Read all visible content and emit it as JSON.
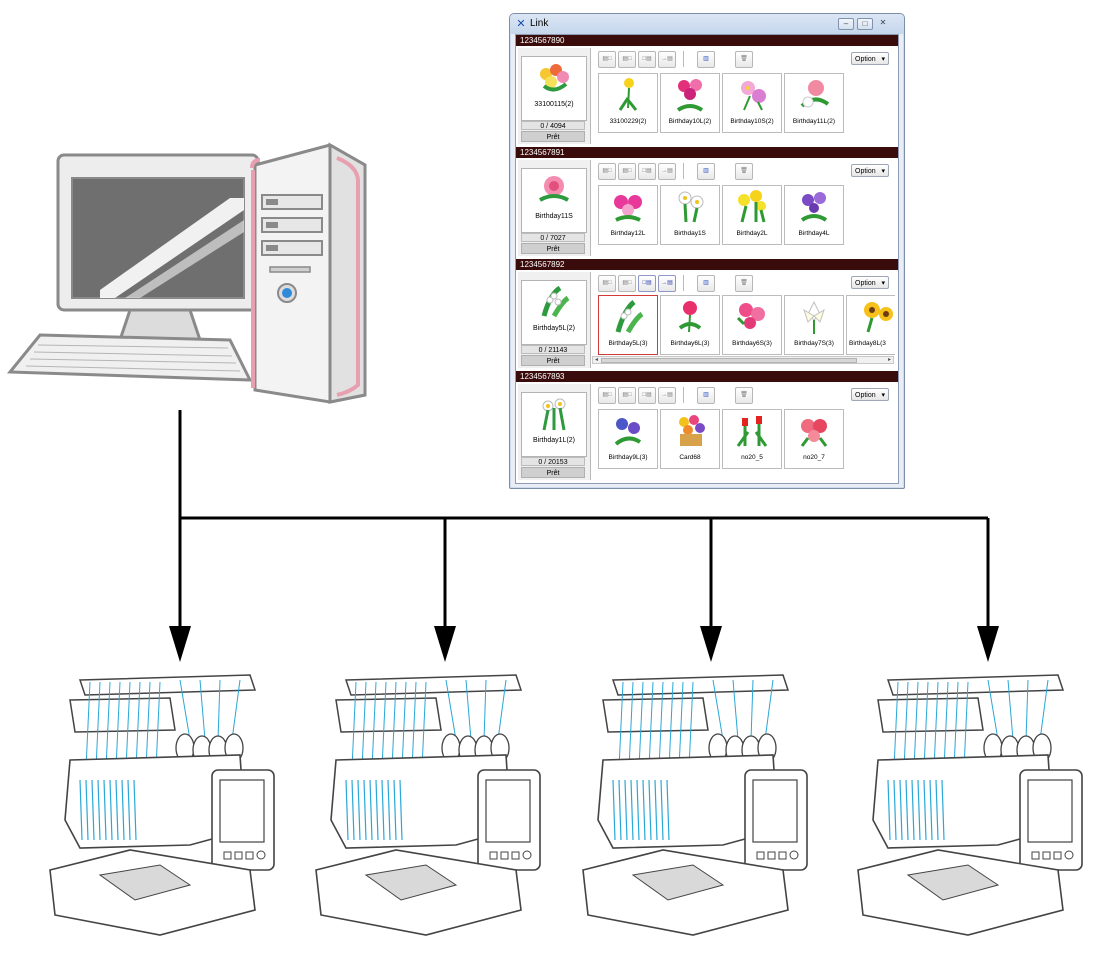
{
  "window": {
    "title": "Link",
    "min_glyph": "–",
    "max_glyph": "□",
    "close_glyph": "✕"
  },
  "toolbar": {
    "option_label": "Option",
    "dropdown_glyph": "▾"
  },
  "machines": [
    {
      "id": "1234567890",
      "current": {
        "name": "33100115(2)",
        "count": "0 / 4094",
        "status": "Prêt",
        "icon": "flower-bouquet-icon"
      },
      "designs": [
        {
          "name": "33100229(2)",
          "icon": "dandelion-icon"
        },
        {
          "name": "Birthday10L(2)",
          "icon": "carnation-pot-icon"
        },
        {
          "name": "Birthday10S(2)",
          "icon": "cosmos-icon"
        },
        {
          "name": "Birthday11L(2)",
          "icon": "peony-icon"
        }
      ]
    },
    {
      "id": "1234567891",
      "current": {
        "name": "Birthday11S",
        "count": "0 / 7027",
        "status": "Prêt",
        "icon": "pink-flower-icon"
      },
      "designs": [
        {
          "name": "Birthday12L",
          "icon": "orchid-icon"
        },
        {
          "name": "Birthday1S",
          "icon": "daffodil-icon"
        },
        {
          "name": "Birthday2L",
          "icon": "yellow-flowers-icon"
        },
        {
          "name": "Birthday4L",
          "icon": "violet-icon"
        }
      ]
    },
    {
      "id": "1234567892",
      "current": {
        "name": "Birthday5L(2)",
        "count": "0 / 21143",
        "status": "Prêt",
        "icon": "lily-of-valley-icon"
      },
      "designs": [
        {
          "name": "Birthday5L(3)",
          "icon": "lily-of-valley-icon"
        },
        {
          "name": "Birthday6L(3)",
          "icon": "rose-icon"
        },
        {
          "name": "Birthday6S(3)",
          "icon": "pink-roses-icon"
        },
        {
          "name": "Birthday7S(3)",
          "icon": "white-lily-icon"
        },
        {
          "name": "Birthday8L(3",
          "icon": "sunflower-icon"
        }
      ],
      "scroll_glyph": "III"
    },
    {
      "id": "1234567893",
      "current": {
        "name": "Birthday1L(2)",
        "count": "0 / 20153",
        "status": "Prêt",
        "icon": "narcissus-icon"
      },
      "designs": [
        {
          "name": "Birthday9L(3)",
          "icon": "iris-icon"
        },
        {
          "name": "Card68",
          "icon": "flower-basket-icon"
        },
        {
          "name": "no20_5",
          "icon": "tulip-icon"
        },
        {
          "name": "no20_7",
          "icon": "carnation-icon"
        }
      ]
    }
  ],
  "colors": {
    "machine_header_bg": "#3a0b0b",
    "selected_border": "#d23a3a",
    "pc_stripe": "#e8a0b0"
  }
}
